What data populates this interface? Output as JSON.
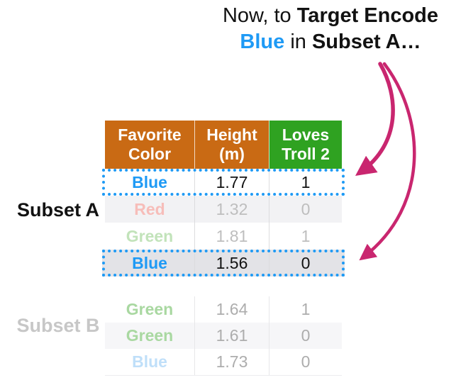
{
  "colors": {
    "accent_blue": "#1E9AF5",
    "header_orange": "#C96A14",
    "header_green": "#2FA221",
    "arrow_magenta": "#C9266F",
    "subset_b_label_gray": "#C7C7C7"
  },
  "title": {
    "line1_normal": "Now, to ",
    "line1_bold": "Target Encode",
    "line2_blue": "Blue",
    "line2_mid": " in ",
    "line2_bold": "Subset A…"
  },
  "section_labels": {
    "subset_a": "Subset A",
    "subset_b": "Subset B"
  },
  "table": {
    "headers": [
      {
        "label": "Favorite Color",
        "bg": "#C96A14"
      },
      {
        "label": "Height (m)",
        "bg": "#C96A14"
      },
      {
        "label": "Loves Troll 2",
        "bg": "#2FA221"
      }
    ],
    "subset_a_rows": [
      {
        "color": "Blue",
        "height": "1.77",
        "loves": "1",
        "color_hex": "#1E9AF5",
        "value_hex": "#121212"
      },
      {
        "color": "Red",
        "height": "1.32",
        "loves": "0",
        "color_hex": "#F7BDB9",
        "value_hex": "#BEBEBE"
      },
      {
        "color": "Green",
        "height": "1.81",
        "loves": "1",
        "color_hex": "#C2E3BA",
        "value_hex": "#BEBEBE"
      },
      {
        "color": "Blue",
        "height": "1.56",
        "loves": "0",
        "color_hex": "#1E9AF5",
        "value_hex": "#121212"
      }
    ],
    "subset_b_rows": [
      {
        "color": "Green",
        "height": "1.64",
        "loves": "1",
        "color_hex": "#A9D8A1",
        "value_hex": "#ADADAD"
      },
      {
        "color": "Green",
        "height": "1.61",
        "loves": "0",
        "color_hex": "#A9D8A1",
        "value_hex": "#ADADAD"
      },
      {
        "color": "Blue",
        "height": "1.73",
        "loves": "0",
        "color_hex": "#BFDFF9",
        "value_hex": "#ADADAD"
      }
    ]
  }
}
